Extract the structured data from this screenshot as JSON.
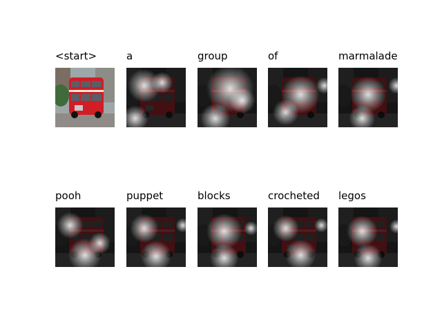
{
  "figure": {
    "frames": [
      {
        "word": "<start>",
        "kind": "original",
        "spots": []
      },
      {
        "word": "a",
        "kind": "attention",
        "spots": [
          [
            0.3,
            0.3,
            0.28
          ],
          [
            0.15,
            0.85,
            0.22
          ],
          [
            0.6,
            0.25,
            0.18
          ]
        ]
      },
      {
        "word": "group",
        "kind": "attention",
        "spots": [
          [
            0.55,
            0.35,
            0.4
          ],
          [
            0.3,
            0.85,
            0.25
          ],
          [
            0.75,
            0.55,
            0.22
          ]
        ]
      },
      {
        "word": "of",
        "kind": "attention",
        "spots": [
          [
            0.55,
            0.45,
            0.32
          ],
          [
            0.95,
            0.3,
            0.14
          ],
          [
            0.3,
            0.75,
            0.22
          ]
        ]
      },
      {
        "word": "marmalade",
        "kind": "attention",
        "spots": [
          [
            0.5,
            0.45,
            0.3
          ],
          [
            0.98,
            0.3,
            0.14
          ],
          [
            0.4,
            0.85,
            0.22
          ]
        ]
      },
      {
        "word": "pooh",
        "kind": "attention",
        "spots": [
          [
            0.25,
            0.3,
            0.22
          ],
          [
            0.5,
            0.8,
            0.28
          ],
          [
            0.75,
            0.6,
            0.18
          ]
        ]
      },
      {
        "word": "puppet",
        "kind": "attention",
        "spots": [
          [
            0.3,
            0.35,
            0.24
          ],
          [
            0.95,
            0.3,
            0.12
          ],
          [
            0.5,
            0.82,
            0.26
          ]
        ]
      },
      {
        "word": "blocks",
        "kind": "attention",
        "spots": [
          [
            0.45,
            0.4,
            0.3
          ],
          [
            0.9,
            0.35,
            0.12
          ],
          [
            0.45,
            0.85,
            0.24
          ]
        ]
      },
      {
        "word": "crocheted",
        "kind": "attention",
        "spots": [
          [
            0.3,
            0.35,
            0.22
          ],
          [
            0.55,
            0.8,
            0.26
          ],
          [
            0.9,
            0.3,
            0.12
          ]
        ]
      },
      {
        "word": "legos",
        "kind": "attention",
        "spots": [
          [
            0.4,
            0.4,
            0.26
          ],
          [
            0.98,
            0.32,
            0.12
          ],
          [
            0.5,
            0.85,
            0.24
          ]
        ]
      }
    ]
  }
}
